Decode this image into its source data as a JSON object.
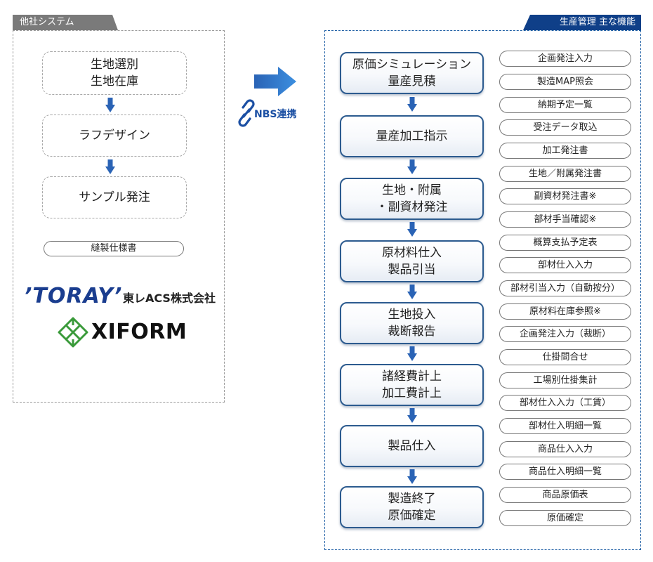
{
  "left_panel": {
    "title": "他社システム",
    "steps": [
      "生地選別\n生地在庫",
      "ラフデザイン",
      "サンプル発注"
    ],
    "spec_label": "縫製仕様書",
    "logos": {
      "toray": "’TORAY’",
      "toray_acs": "東レACS株式会社",
      "xiform": "XIFORM"
    }
  },
  "connector": {
    "label": "NBS連携",
    "icon": "link-icon"
  },
  "right_panel": {
    "title": "生産管理 主な機能",
    "flow": [
      "原価シミュレーション\n量産見積",
      "量産加工指示",
      "生地・附属\n・副資材発注",
      "原材料仕入\n製品引当",
      "生地投入\n裁断報告",
      "諸経費計上\n加工費計上",
      "製品仕入",
      "製造終了\n原価確定"
    ],
    "functions": [
      "企画発注入力",
      "製造MAP照会",
      "納期予定一覧",
      "受注データ取込",
      "加工発注書",
      "生地／附属発注書",
      "副資材発注書※",
      "部材手当確認※",
      "概算支払予定表",
      "部材仕入入力",
      "部材引当入力（自動按分）",
      "原材料在庫参照※",
      "企画発注入力（裁断）",
      "仕掛問合せ",
      "工場別仕掛集計",
      "部材仕入入力（工賃）",
      "部材仕入明細一覧",
      "商品仕入入力",
      "商品仕入明細一覧",
      "商品原価表",
      "原価確定"
    ]
  },
  "colors": {
    "accent": "#1f5fa5",
    "header_dark": "#0f3f88",
    "header_gray": "#7a7a7a",
    "arrow_blue": "#2a63b5"
  }
}
